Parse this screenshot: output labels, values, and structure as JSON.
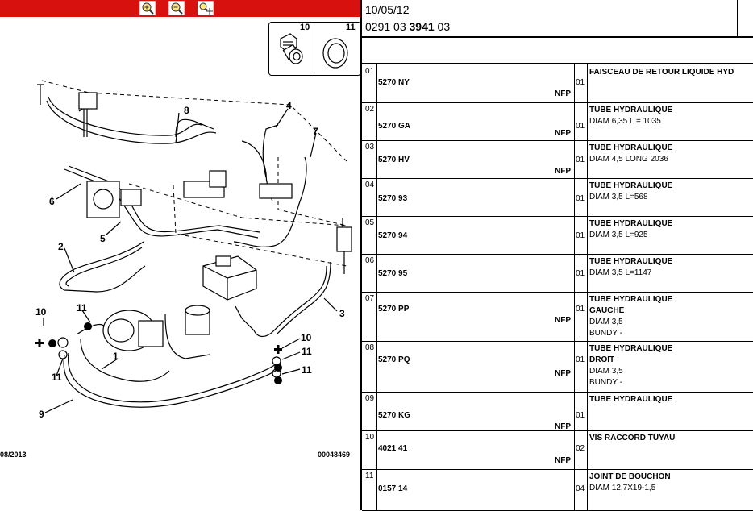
{
  "toolbar": {
    "zoom_in": "zoom-in-icon",
    "zoom_out": "zoom-out-icon",
    "pan": "pan-zoom-icon"
  },
  "inset": {
    "left_label": "10",
    "right_label": "11"
  },
  "diagram": {
    "labels": [
      "8",
      "4",
      "7",
      "6",
      "5",
      "2",
      "3",
      "10",
      "11",
      "11",
      "1",
      "9",
      "10",
      "11",
      "11"
    ]
  },
  "footer": {
    "date": "08/2013",
    "code": "00048469"
  },
  "header": {
    "date": "10/05/12",
    "ref_pre": "0291 03 ",
    "ref_bold": "3941",
    "ref_post": " 03"
  },
  "rows": [
    {
      "num": "01",
      "ref": "5270 NY",
      "nfp": "NFP",
      "qty": "01",
      "title": "FAISCEAU DE RETOUR LIQUIDE HYD",
      "lines": []
    },
    {
      "num": "02",
      "ref": "5270 GA",
      "nfp": "NFP",
      "qty": "01",
      "title": "TUBE HYDRAULIQUE",
      "lines": [
        "DIAM 6,35 L = 1035"
      ]
    },
    {
      "num": "03",
      "ref": "5270 HV",
      "nfp": "NFP",
      "qty": "01",
      "title": "TUBE HYDRAULIQUE",
      "lines": [
        "DIAM 4,5 LONG 2036"
      ]
    },
    {
      "num": "04",
      "ref": "5270 93",
      "nfp": "",
      "qty": "01",
      "title": "TUBE HYDRAULIQUE",
      "lines": [
        "DIAM 3,5 L=568"
      ]
    },
    {
      "num": "05",
      "ref": "5270 94",
      "nfp": "",
      "qty": "01",
      "title": "TUBE HYDRAULIQUE",
      "lines": [
        "DIAM 3,5 L=925"
      ]
    },
    {
      "num": "06",
      "ref": "5270 95",
      "nfp": "",
      "qty": "01",
      "title": "TUBE HYDRAULIQUE",
      "lines": [
        "DIAM 3,5 L=1147"
      ]
    },
    {
      "num": "07",
      "ref": "5270 PP",
      "nfp": "NFP",
      "qty": "01",
      "title": "TUBE HYDRAULIQUE",
      "title2": "GAUCHE",
      "lines": [
        "DIAM 3,5",
        "BUNDY -"
      ]
    },
    {
      "num": "08",
      "ref": "5270 PQ",
      "nfp": "NFP",
      "qty": "01",
      "title": "TUBE HYDRAULIQUE",
      "title2": "DROIT",
      "lines": [
        "DIAM 3,5",
        "BUNDY -"
      ]
    },
    {
      "num": "09",
      "ref": "5270 KG",
      "nfp": "NFP",
      "qty": "01",
      "title": "TUBE HYDRAULIQUE",
      "lines": []
    },
    {
      "num": "10",
      "ref": "4021 41",
      "nfp": "NFP",
      "qty": "02",
      "title": "VIS RACCORD TUYAU",
      "lines": []
    },
    {
      "num": "11",
      "ref": "0157 14",
      "nfp": "",
      "qty": "04",
      "title": "JOINT DE BOUCHON",
      "lines": [
        "DIAM 12,7X19-1,5"
      ]
    }
  ]
}
